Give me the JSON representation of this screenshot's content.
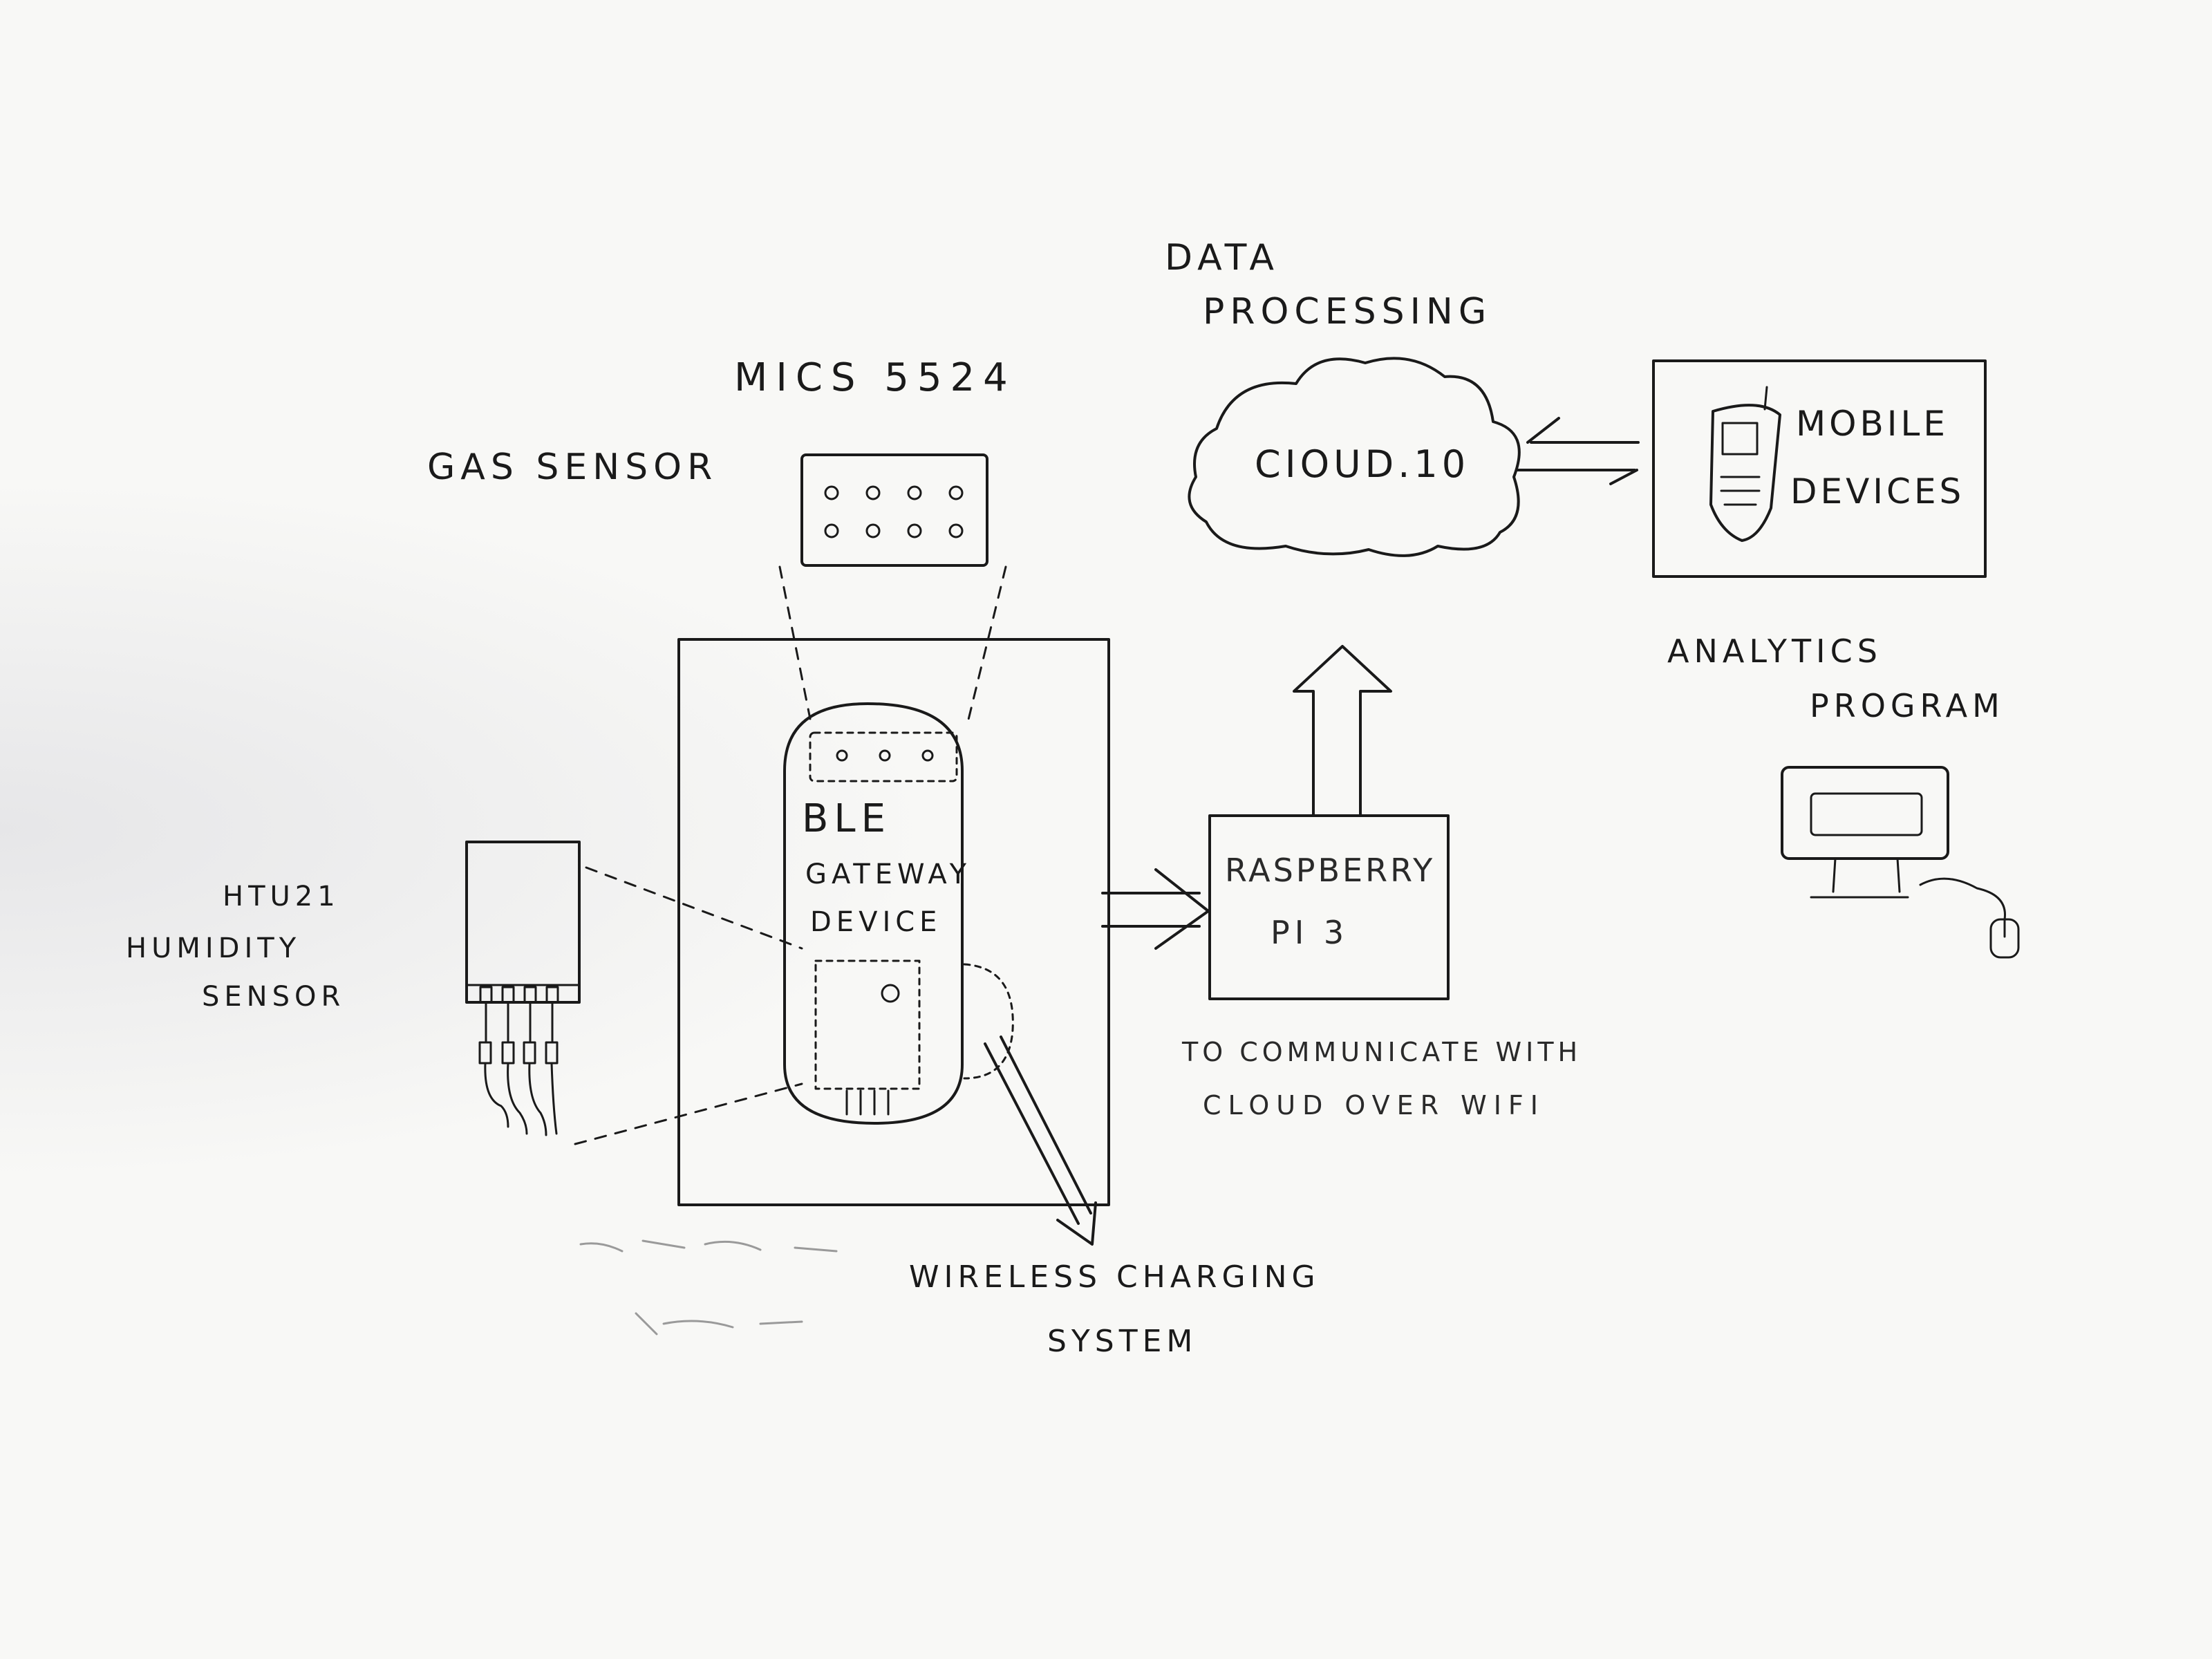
{
  "labels": {
    "data_processing_line1": "DATA",
    "data_processing_line2": "PROCESSING",
    "gas_sensor_model": "MICS 5524",
    "gas_sensor": "GAS SENSOR",
    "cloud": "CIOUD.10",
    "mobile_line1": "MOBILE",
    "mobile_line2": "DEVICES",
    "analytics_line1": "ANALYTICS",
    "analytics_line2": "PROGRAM",
    "ble_line1": "BLE",
    "ble_line2": "GATEWAY",
    "ble_line3": "DEVICE",
    "htu_line1": "HTU21",
    "htu_line2": "HUMIDITY",
    "htu_line3": "SENSOR",
    "pi_line1": "RASPBERRY",
    "pi_line2": "PI 3",
    "wifi_line1": "TO COMMUNICATE WITH",
    "wifi_line2": "CLOUD OVER WIFI",
    "charging_line1": "WIRELESS CHARGING",
    "charging_line2": "SYSTEM"
  }
}
